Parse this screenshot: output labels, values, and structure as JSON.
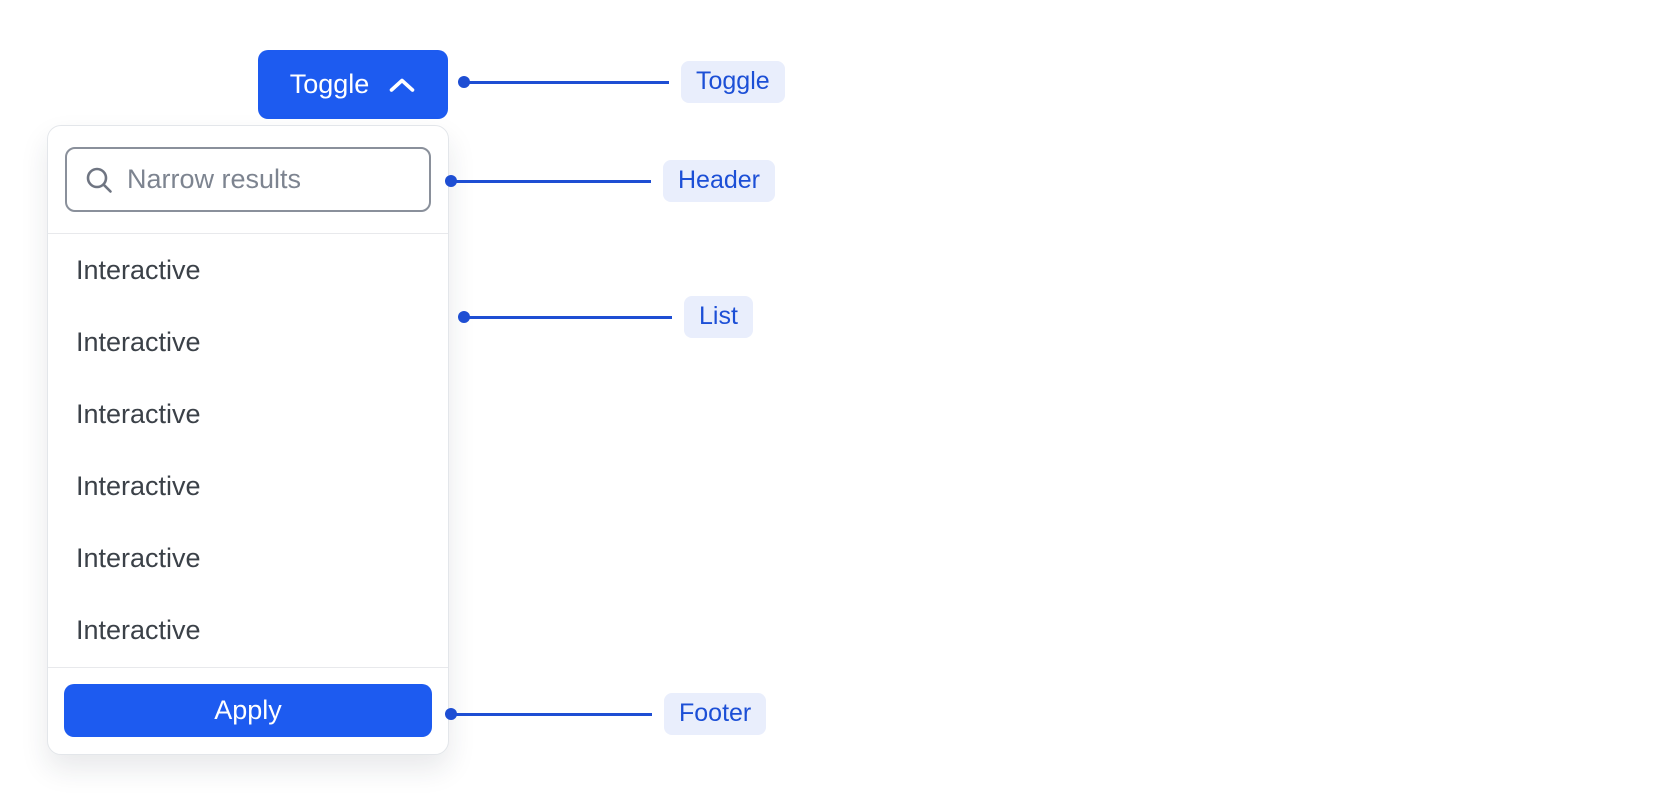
{
  "diagram": {
    "toggle": {
      "label": "Toggle",
      "icon": "chevron-up-icon"
    },
    "panel": {
      "header": {
        "search_placeholder": "Narrow results",
        "search_icon": "magnifying-glass-icon"
      },
      "list": {
        "items": [
          "Interactive",
          "Interactive",
          "Interactive",
          "Interactive",
          "Interactive",
          "Interactive"
        ]
      },
      "footer": {
        "apply_label": "Apply"
      }
    },
    "annotations": {
      "toggle": "Toggle",
      "header": "Header",
      "list": "List",
      "footer": "Footer"
    },
    "colors": {
      "primary_blue": "#1d5bf0",
      "annotation_line_blue": "#1e4ed3",
      "annotation_badge_bg": "#e9eefc",
      "annotation_badge_text": "#1c4fd6",
      "item_text": "#3b4148",
      "placeholder_gray": "#7d8490",
      "input_border": "#8a909b",
      "panel_border": "#e3e6ea",
      "divider": "#e8e9ec"
    }
  }
}
